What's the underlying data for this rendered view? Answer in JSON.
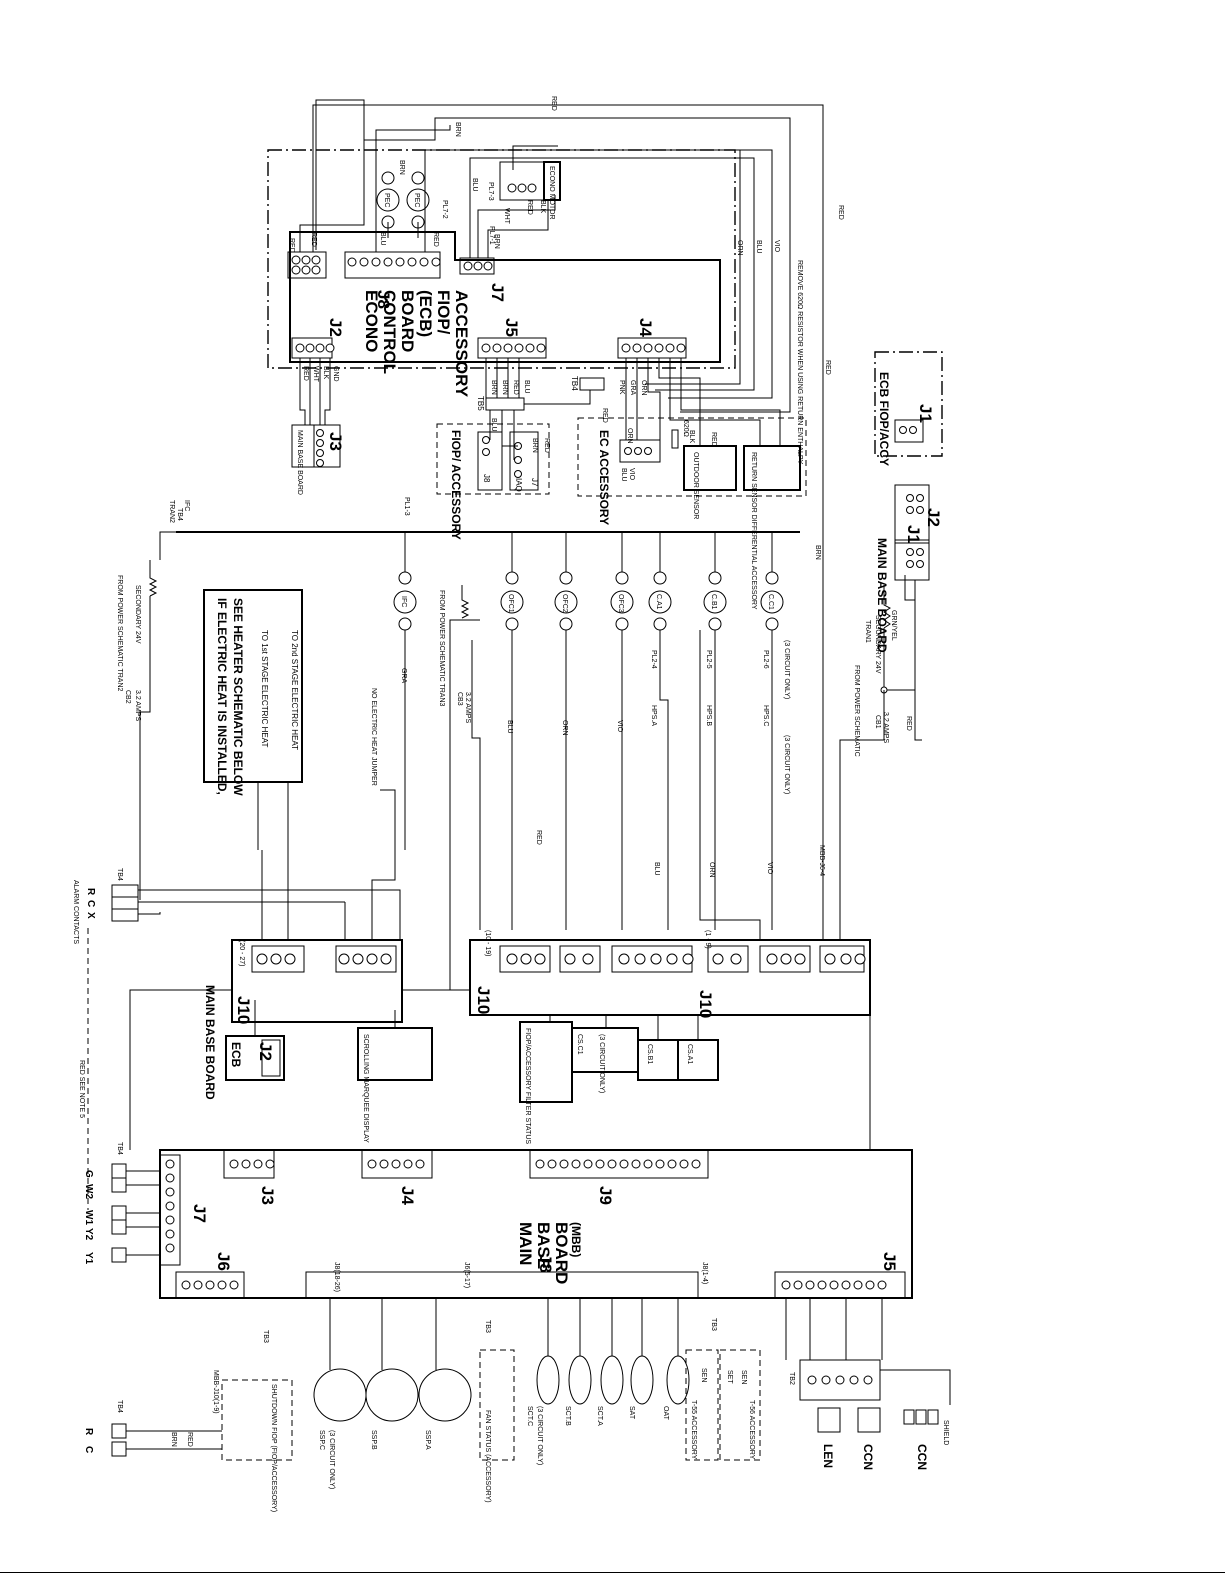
{
  "wire_labels": {
    "red": "RED",
    "brn": "BRN",
    "blu": "BLU",
    "orn": "ORN",
    "vio": "VIO",
    "gra": "GRA",
    "blk": "BLK",
    "wht": "WHT",
    "pnk": "PNK",
    "gnd": "GND",
    "grn_yel": "GRN/YEL"
  },
  "econo_board": {
    "title_lines": [
      "ECONO",
      "CONTROL",
      "BOARD",
      "(ECB)",
      "FIOP/",
      "ACCESSORY"
    ],
    "j2": "J2",
    "j4": "J4",
    "j5": "J5",
    "j7": "J7",
    "j8": "J8",
    "motor_label": "ECONO MOTOR",
    "resistor_note": "REMOVE 620Ω RESISTOR WHEN USING RETURN ENTHALPY",
    "pl7_2": "PL7-2",
    "pl7_1": "PL7-1",
    "pl7_3": "PL7-3",
    "pec1": "PEC",
    "pec2": "PEC"
  },
  "fiop_accessory_1": {
    "title": "FIOP/ ACCESSORY",
    "j8": "J8",
    "iaq": "IAQ",
    "j7": "J7",
    "tb5": "TB5",
    "tb4": "TB4"
  },
  "ec_accessory": {
    "title": "EC ACCESSORY",
    "outdoor": "OUTDOOR SENSOR",
    "return": "RETURN SENSOR DIFFERENTIAL ACCESSORY",
    "r620": "620Ω"
  },
  "mbb_j3_top": {
    "label": "MAIN BASE BOARD",
    "conn": "J3"
  },
  "right_box": {
    "ecb_fiop": "ECB FIOP/ACCY",
    "j1_top": "J1",
    "main_base_board": "MAIN BASE BOARD",
    "j1": "J1",
    "j2": "J2",
    "from_power": "FROM POWER SCHEMATIC",
    "tran1": "TRAN1",
    "secondary": "SECONDARY 24V",
    "cb1": "CB1",
    "amps": "3.2 AMPS"
  },
  "mid_section": {
    "from_power_tran2": "FROM POWER SCHEMATIC TRAN2",
    "secondary_24": "SECONDARY 24V",
    "cb2": "CB2",
    "cb2_amps": "3.2 AMPS",
    "cb3": "CB3",
    "cb3_amps": "3.2 AMPS",
    "tran3": "FROM POWER SCHEMATIC TRAN3",
    "electric_heat_line1": "IF ELECTRIC HEAT IS INSTALLED,",
    "electric_heat_line2": "SEE HEATER SCHEMATIC BELOW",
    "stage1": "TO 1st STAGE ELECTRIC HEAT",
    "stage2": "TO 2nd STAGE ELECTRIC HEAT",
    "no_heat": "NO ELECTRIC HEAT JUMPER",
    "ifc": "IFC",
    "ofc1": "OFC1",
    "ofc2": "OFC2",
    "ofc3": "OFC3",
    "ca1": "C.A1",
    "cb1": "C.B1",
    "cc1": "C.C1",
    "hps_a": "HPS.A",
    "hps_b": "HPS.B",
    "hps_c": "HPS.C",
    "circuit3": "(3 CIRCUIT ONLY)",
    "tran2": "TRAN2",
    "tb4": "TB4",
    "pl1_3": "PL1-3",
    "pl2_4": "PL2-4",
    "pl2_5": "PL2-5",
    "pl2_6": "PL2-6",
    "mbb_j64": "MBB-J6-4"
  },
  "alarm": {
    "title": "ALARM CONTACTS",
    "r": "R",
    "c": "C",
    "x": "X",
    "tb4": "TB4",
    "red_note": "RED SEE NOTE 5"
  },
  "mbb_j10": {
    "label": "MAIN BASE BOARD",
    "j10": "J10",
    "range1": "(20 - 27)",
    "range2": "(10 - 19)",
    "range3": "(1 - 9)"
  },
  "small_connectors": {
    "ecb": "ECB",
    "j2": "J2",
    "scrolling": "SCROLLING MARQUEE DISPLAY",
    "filter_status": "FIOP/ACCESSORY FILTER STATUS",
    "csc1": "CS.C1",
    "circuit3_only": "(3 CIRCUIT ONLY)",
    "csb1": "CS.B1",
    "csa1": "CS.A1"
  },
  "main_board": {
    "title_lines": [
      "MAIN",
      "BASE",
      "BOARD",
      "(MBB)"
    ],
    "j3": "J3",
    "j4": "J4",
    "j5": "J5",
    "j6": "J6",
    "j7": "J7",
    "j8": "J8",
    "j9": "J9",
    "j6_range": "J6(5-17)",
    "j8_range": "J8(18-26)",
    "j8_range2": "J8(1-4)"
  },
  "thermostat": {
    "y1": "Y1",
    "y2": "Y2",
    "w1": "W1",
    "w2": "W2",
    "g": "G",
    "tb4": "TB4",
    "r": "R",
    "c": "C"
  },
  "bottom_labels": {
    "shutdown_fiop": "SHUTDOWN FIOP (FIOP/ACCESSORY)",
    "mbb_j10": "MBB-J10(1-9)",
    "tb3": "TB3",
    "ssp_c": "SSP.C",
    "ssp_c_note": "(3 CIRCUIT ONLY)",
    "ssp_b": "SSP.B",
    "ssp_a": "SSP.A",
    "fan_status": "FAN STATUS (ACCESSORY)",
    "sct_c": "SCT.C",
    "sct_c_note": "(3 CIRCUIT ONLY)",
    "sct_b": "SCT.B",
    "sct_a": "SCT.A",
    "sat": "SAT",
    "oat": "OAT",
    "t55": "T-55 ACCESSORY",
    "t56": "T-56 ACCESSORY",
    "sen": "SEN",
    "set": "SET",
    "tb2": "TB2",
    "len": "LEN",
    "ccn": "CCN",
    "ccn2": "CCN",
    "shield": "SHIELD"
  }
}
